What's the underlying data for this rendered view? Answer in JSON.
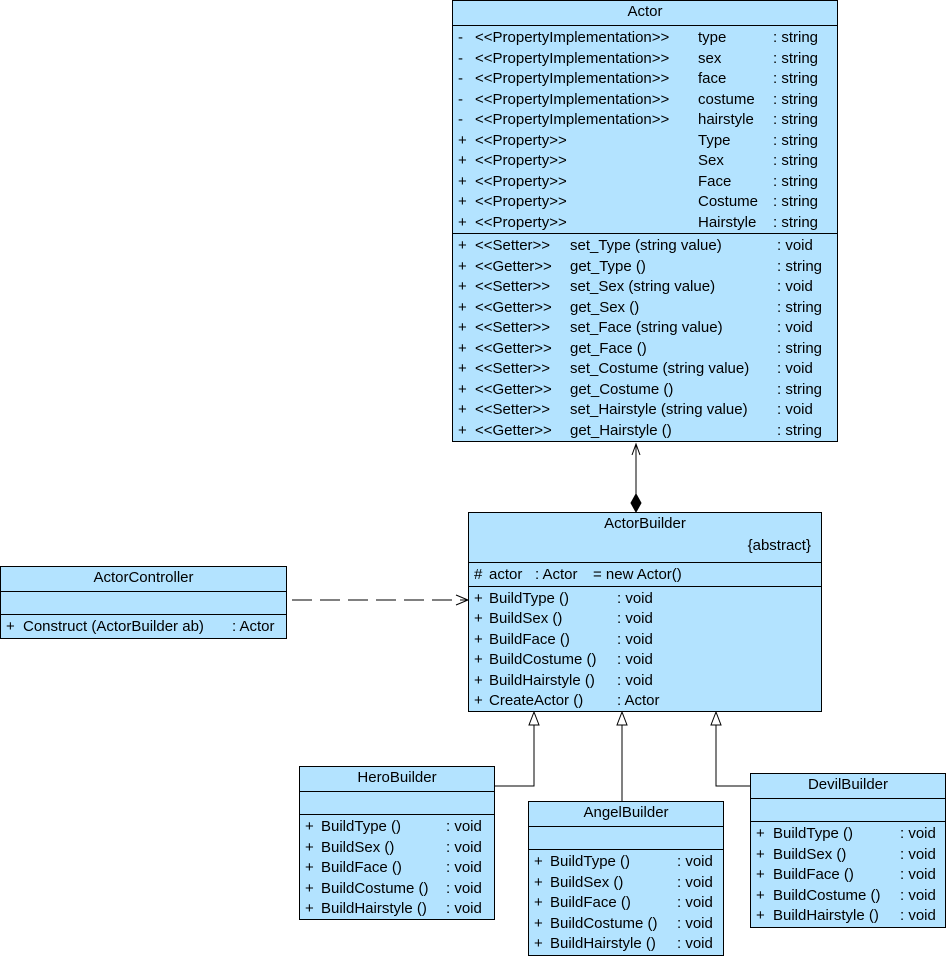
{
  "classes": {
    "actor": {
      "title": "Actor",
      "attributes": [
        {
          "vis": "-",
          "stereo": "<<PropertyImplementation>>",
          "name": "type",
          "type": ": string"
        },
        {
          "vis": "-",
          "stereo": "<<PropertyImplementation>>",
          "name": "sex",
          "type": ": string"
        },
        {
          "vis": "-",
          "stereo": "<<PropertyImplementation>>",
          "name": "face",
          "type": ": string"
        },
        {
          "vis": "-",
          "stereo": "<<PropertyImplementation>>",
          "name": "costume",
          "type": ": string"
        },
        {
          "vis": "-",
          "stereo": "<<PropertyImplementation>>",
          "name": "hairstyle",
          "type": ": string"
        },
        {
          "vis": "+",
          "stereo": "<<Property>>",
          "name": "Type",
          "type": ": string"
        },
        {
          "vis": "+",
          "stereo": "<<Property>>",
          "name": "Sex",
          "type": ": string"
        },
        {
          "vis": "+",
          "stereo": "<<Property>>",
          "name": "Face",
          "type": ": string"
        },
        {
          "vis": "+",
          "stereo": "<<Property>>",
          "name": "Costume",
          "type": ": string"
        },
        {
          "vis": "+",
          "stereo": "<<Property>>",
          "name": "Hairstyle",
          "type": ": string"
        }
      ],
      "operations": [
        {
          "vis": "+",
          "stereo": "<<Setter>>",
          "name": "set_Type (string value)",
          "type": ": void"
        },
        {
          "vis": "+",
          "stereo": "<<Getter>>",
          "name": "get_Type ()",
          "type": ": string"
        },
        {
          "vis": "+",
          "stereo": "<<Setter>>",
          "name": "set_Sex (string value)",
          "type": ": void"
        },
        {
          "vis": "+",
          "stereo": "<<Getter>>",
          "name": "get_Sex ()",
          "type": ": string"
        },
        {
          "vis": "+",
          "stereo": "<<Setter>>",
          "name": "set_Face (string value)",
          "type": ": void"
        },
        {
          "vis": "+",
          "stereo": "<<Getter>>",
          "name": "get_Face ()",
          "type": ": string"
        },
        {
          "vis": "+",
          "stereo": "<<Setter>>",
          "name": "set_Costume (string value)",
          "type": ": void"
        },
        {
          "vis": "+",
          "stereo": "<<Getter>>",
          "name": "get_Costume ()",
          "type": ": string"
        },
        {
          "vis": "+",
          "stereo": "<<Setter>>",
          "name": "set_Hairstyle (string value)",
          "type": ": void"
        },
        {
          "vis": "+",
          "stereo": "<<Getter>>",
          "name": "get_Hairstyle ()",
          "type": ": string"
        }
      ]
    },
    "actor_builder": {
      "title": "ActorBuilder",
      "note": "{abstract}",
      "attributes": [
        {
          "vis": "#",
          "name": "actor",
          "type": ": Actor",
          "init": "= new Actor()"
        }
      ],
      "operations": [
        {
          "vis": "+",
          "name": "BuildType ()",
          "type": ": void"
        },
        {
          "vis": "+",
          "name": "BuildSex ()",
          "type": ": void"
        },
        {
          "vis": "+",
          "name": "BuildFace ()",
          "type": ": void"
        },
        {
          "vis": "+",
          "name": "BuildCostume ()",
          "type": ": void"
        },
        {
          "vis": "+",
          "name": "BuildHairstyle ()",
          "type": ": void"
        },
        {
          "vis": "+",
          "name": "CreateActor ()",
          "type": ": Actor"
        }
      ]
    },
    "actor_controller": {
      "title": "ActorController",
      "operations": [
        {
          "vis": "+",
          "name": "Construct (ActorBuilder ab)",
          "type": ": Actor"
        }
      ]
    },
    "hero_builder": {
      "title": "HeroBuilder",
      "operations": [
        {
          "vis": "+",
          "name": "BuildType ()",
          "type": ": void"
        },
        {
          "vis": "+",
          "name": "BuildSex ()",
          "type": ": void"
        },
        {
          "vis": "+",
          "name": "BuildFace ()",
          "type": ": void"
        },
        {
          "vis": "+",
          "name": "BuildCostume ()",
          "type": ": void"
        },
        {
          "vis": "+",
          "name": "BuildHairstyle ()",
          "type": ": void"
        }
      ]
    },
    "angel_builder": {
      "title": "AngelBuilder",
      "operations": [
        {
          "vis": "+",
          "name": "BuildType ()",
          "type": ": void"
        },
        {
          "vis": "+",
          "name": "BuildSex ()",
          "type": ": void"
        },
        {
          "vis": "+",
          "name": "BuildFace ()",
          "type": ": void"
        },
        {
          "vis": "+",
          "name": "BuildCostume ()",
          "type": ": void"
        },
        {
          "vis": "+",
          "name": "BuildHairstyle ()",
          "type": ": void"
        }
      ]
    },
    "devil_builder": {
      "title": "DevilBuilder",
      "operations": [
        {
          "vis": "+",
          "name": "BuildType ()",
          "type": ": void"
        },
        {
          "vis": "+",
          "name": "BuildSex ()",
          "type": ": void"
        },
        {
          "vis": "+",
          "name": "BuildFace ()",
          "type": ": void"
        },
        {
          "vis": "+",
          "name": "BuildCostume ()",
          "type": ": void"
        },
        {
          "vis": "+",
          "name": "BuildHairstyle ()",
          "type": ": void"
        }
      ]
    }
  },
  "colors": {
    "class_fill": "#b3e3ff",
    "line": "#000000"
  }
}
